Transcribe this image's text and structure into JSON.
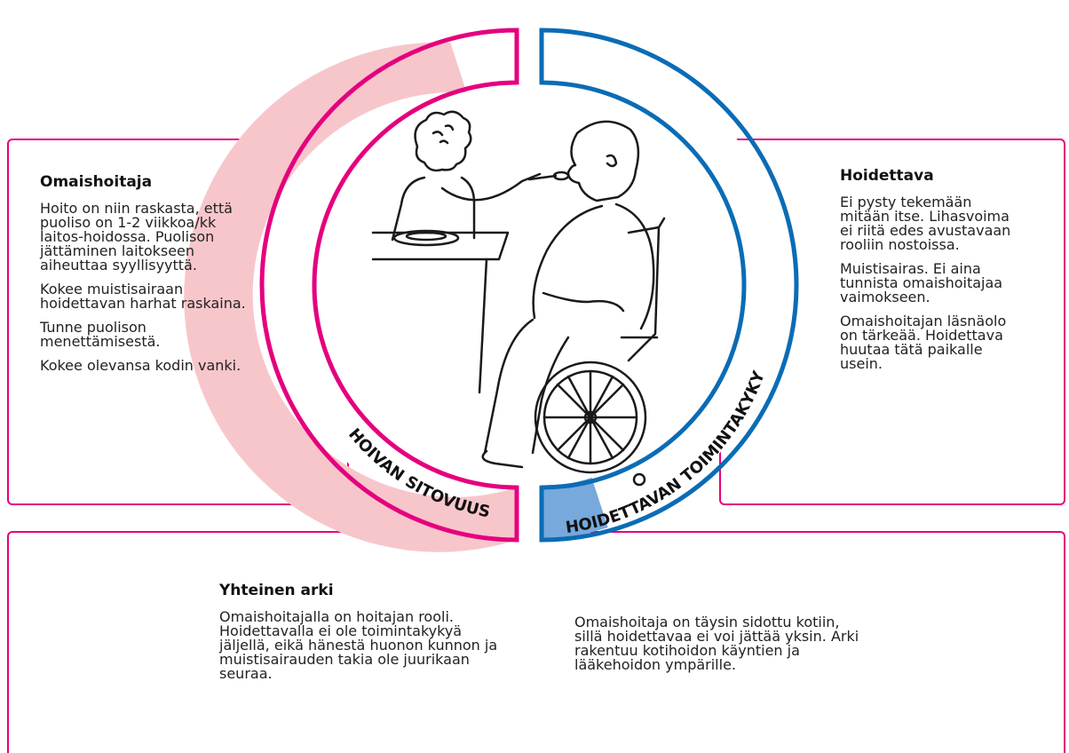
{
  "colors": {
    "pink_border": "#e5007e",
    "pink_fill": "#f7c6cb",
    "blue_border": "#0a6cb5",
    "blue_fill": "#77a9dd"
  },
  "omaishoitaja": {
    "title": "Omaishoitaja",
    "paragraphs": [
      "Hoito on niin raskasta, että puoliso on 1-2 viikkoa/kk laitos-hoidossa. Puolison jättäminen laitokseen aiheuttaa syyllisyyttä.",
      "Kokee muistisairaan hoidettavan harhat raskaina.",
      "Tunne puolison menettämisestä.",
      "Kokee olevansa kodin vanki."
    ]
  },
  "hoidettava": {
    "title": "Hoidettava",
    "paragraphs": [
      "Ei pysty tekemään mitään itse. Lihasvoima ei riitä edes avustavaan rooliin nostoissa.",
      "Muistisairas. Ei aina tunnista omaishoitajaa vaimokseen.",
      "Omaishoitajan läsnäolo on tärkeää. Hoidettava huutaa tätä paikalle usein."
    ]
  },
  "yhteinen_arki": {
    "title": "Yhteinen arki",
    "col1": "Omaishoitajalla on hoitajan rooli. Hoidettavalla ei ole toimintakykyä jäljellä, eikä hänestä huonon kunnon ja muistisairauden takia ole juurikaan seuraa.",
    "col2": "Omaishoitaja on täysin sidottu kotiin, sillä hoidettavaa ei voi jättää yksin. Arki rakentuu kotihoidon käyntien ja lääkehoidon ympärille."
  },
  "gauges": {
    "hoivan_sitovuus": {
      "label": "HOIVAN SITOVUUS",
      "level": 0.9
    },
    "hoidettavan_toimintakyky": {
      "label": "HOIDETTAVAN TOIMINTAKYKY",
      "level": 0.1
    }
  },
  "illustration": {
    "icon": "caregiver-feeding-wheelchair-user-illustration"
  }
}
